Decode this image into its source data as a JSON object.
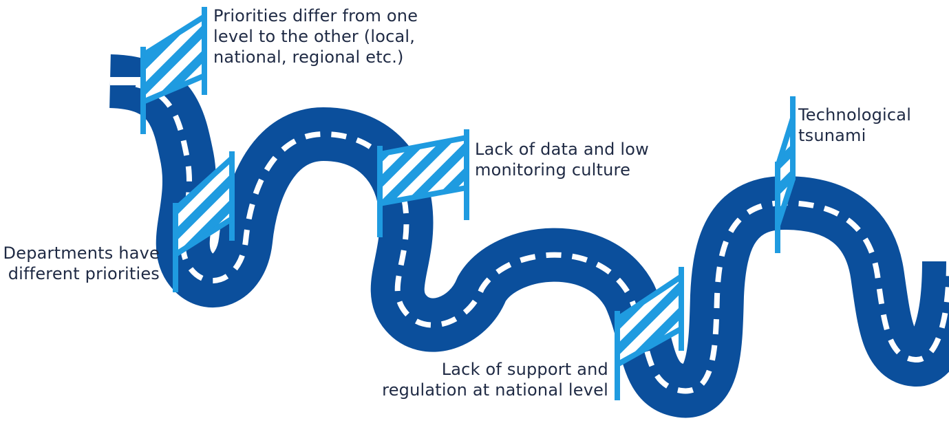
{
  "colors": {
    "road": "#0b4f9c",
    "lane_marking": "#ffffff",
    "barrier": "#1f9be0",
    "text": "#1f2a44"
  },
  "obstacles": [
    {
      "id": "priorities-differ",
      "lines": [
        "Priorities differ from one",
        "level to the other (local,",
        "national, regional etc.)"
      ]
    },
    {
      "id": "departments",
      "lines": [
        "Departments have",
        "different priorities"
      ]
    },
    {
      "id": "lack-of-data",
      "lines": [
        "Lack of data and low",
        "monitoring culture"
      ]
    },
    {
      "id": "lack-of-support",
      "lines": [
        "Lack of support and",
        "regulation at national level"
      ]
    },
    {
      "id": "technological-tsunami",
      "lines": [
        "Technological",
        "tsunami"
      ]
    }
  ]
}
